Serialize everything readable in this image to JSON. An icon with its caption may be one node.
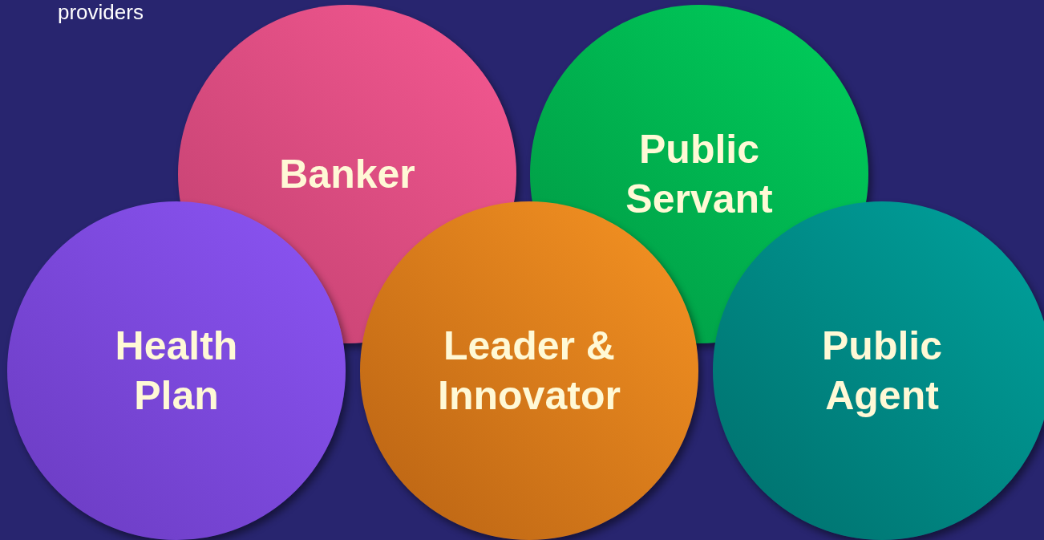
{
  "diagram": {
    "nodes": [
      {
        "text": [
          "Banker"
        ]
      },
      {
        "text": [
          "Public Servant"
        ]
      },
      {
        "text": [
          "Health Plan"
        ]
      },
      {
        "text": [
          "Leader & Innovator"
        ]
      },
      {
        "text": [
          "Public Agent"
        ]
      }
    ],
    "labels": [
      "providers"
    ]
  }
}
